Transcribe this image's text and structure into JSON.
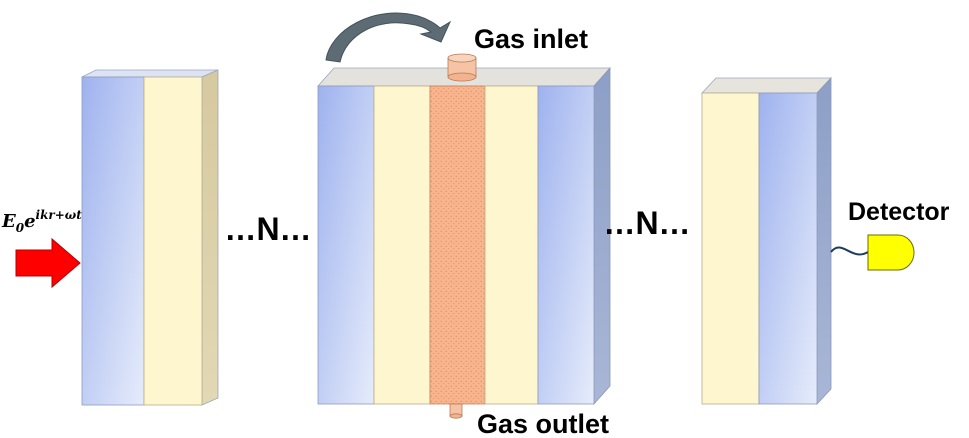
{
  "labels": {
    "gas_inlet": "Gas inlet",
    "gas_outlet": "Gas outlet",
    "detector": "Detector",
    "repeat_left": "…N…",
    "repeat_right": "…N…"
  },
  "input_field": {
    "base": "E",
    "subscript": "0",
    "exp_base": "e",
    "exponent": "ikr+ωt"
  },
  "colors": {
    "blue_layer": "#aebff0",
    "cream_layer": "#fdf6cf",
    "gas_cell": "#f6b38c",
    "arrow_red": "#ff0000",
    "detector_yellow": "#ffff00",
    "flow_arrow": "#5d6b74"
  }
}
